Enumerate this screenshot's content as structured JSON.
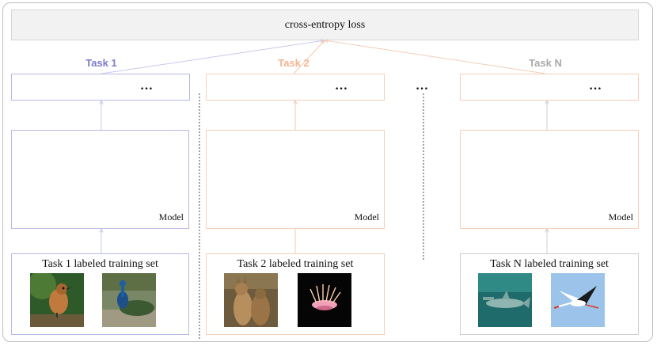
{
  "loss_label": "cross-entropy loss",
  "tasks": [
    {
      "title": "Task 1",
      "training_label": "Task 1 labeled training set",
      "model_label": "Model",
      "output_ellipsis": "…",
      "color": "#7b7bcc",
      "images": [
        "bird-photo-icon",
        "peacock-photo-icon"
      ]
    },
    {
      "title": "Task 2",
      "training_label": "Task 2 labeled training set",
      "model_label": "Model",
      "output_ellipsis": "…",
      "color": "#f2b58f",
      "images": [
        "kangaroo-photo-icon",
        "sea-creature-photo-icon"
      ]
    },
    {
      "title": "Task N",
      "training_label": "Task N labeled training set",
      "model_label": "Model",
      "output_ellipsis": "…",
      "color": "#a9a9a9",
      "images": [
        "shark-photo-icon",
        "stork-photo-icon"
      ]
    }
  ],
  "between_tasks_ellipsis": "…",
  "colors": {
    "blue_fill": "#cfd0f3",
    "peach_fill": "#f7c7aa",
    "peach_light": "#fbe3d3",
    "gray_fill": "#d9d9d9",
    "blue_border": "#b8b8e6",
    "peach_border": "#f5cfb8",
    "gray_border": "#cfcfcf"
  }
}
